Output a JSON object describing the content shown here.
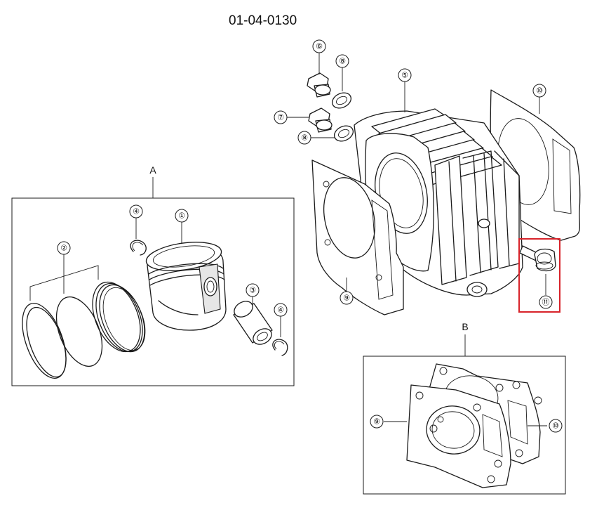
{
  "title": "01-04-0130",
  "groups": [
    {
      "id": "A",
      "label": "A"
    },
    {
      "id": "B",
      "label": "B"
    }
  ],
  "callouts": [
    {
      "id": "c1",
      "label": "①",
      "part": 1
    },
    {
      "id": "c2",
      "label": "②",
      "part": 2
    },
    {
      "id": "c3",
      "label": "③",
      "part": 3
    },
    {
      "id": "c4a",
      "label": "④",
      "part": 4
    },
    {
      "id": "c4b",
      "label": "④",
      "part": 4
    },
    {
      "id": "c5",
      "label": "⑤",
      "part": 5
    },
    {
      "id": "c6",
      "label": "⑥",
      "part": 6
    },
    {
      "id": "c7",
      "label": "⑦",
      "part": 7
    },
    {
      "id": "c8a",
      "label": "⑧",
      "part": 8
    },
    {
      "id": "c8b",
      "label": "⑧",
      "part": 8
    },
    {
      "id": "c9a",
      "label": "⑨",
      "part": 9
    },
    {
      "id": "c9b",
      "label": "⑨",
      "part": 9
    },
    {
      "id": "c10a",
      "label": "⑩",
      "part": 10
    },
    {
      "id": "c10b",
      "label": "⑩",
      "part": 10
    },
    {
      "id": "c11",
      "label": "⑪",
      "part": 11
    }
  ],
  "highlighted_part": 11,
  "colors": {
    "line": "#1a1a1a",
    "highlight": "#d8232a",
    "background": "#ffffff"
  }
}
